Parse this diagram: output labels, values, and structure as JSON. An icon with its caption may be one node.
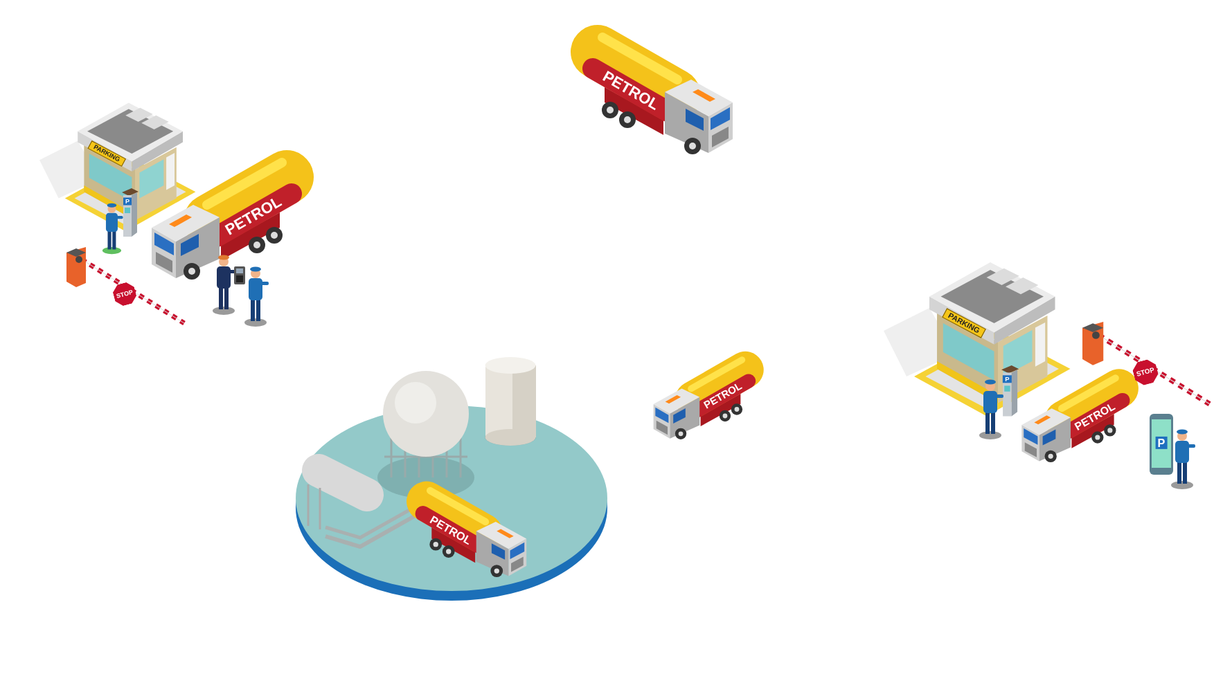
{
  "diagram": {
    "labels": [
      "PETROL",
      "PARKING",
      "PETROL",
      "P",
      "STOP",
      "PARKING",
      "STOP",
      "PETROL",
      "PETROL",
      "P",
      "P",
      "PETROL"
    ]
  }
}
